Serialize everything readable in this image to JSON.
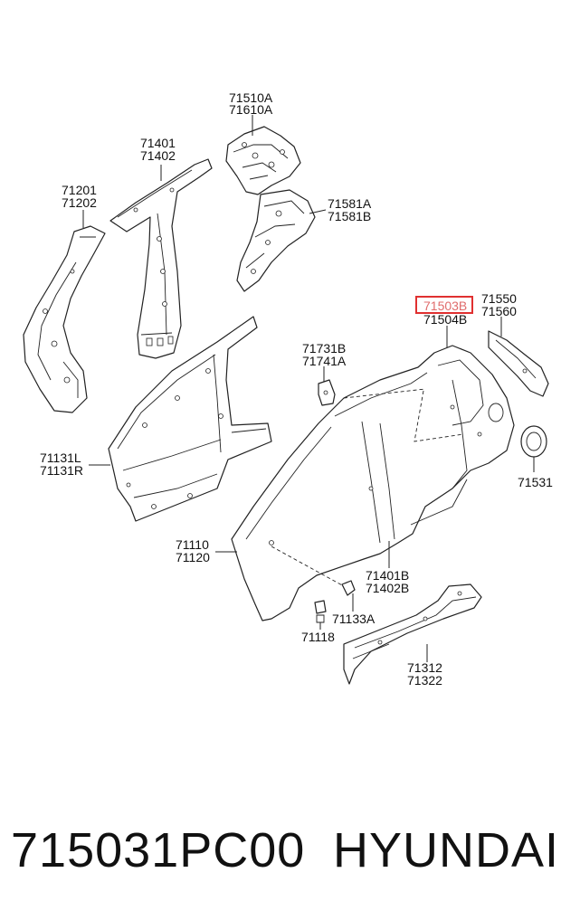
{
  "labels": {
    "c1_a": "71510A",
    "c1_b": "71610A",
    "c2_a": "71401",
    "c2_b": "71402",
    "c3_a": "71201",
    "c3_b": "71202",
    "c4_a": "71581A",
    "c4_b": "71581B",
    "c5_a": "71503B",
    "c5_b": "71504B",
    "c6_a": "71550",
    "c6_b": "71560",
    "c7_a": "71731B",
    "c7_b": "71741A",
    "c8_a": "71131L",
    "c8_b": "71131R",
    "c9": "71531",
    "c10_a": "71110",
    "c10_b": "71120",
    "c11_a": "71401B",
    "c11_b": "71402B",
    "c12": "71133A",
    "c13": "71118",
    "c14_a": "71312",
    "c14_b": "71322"
  },
  "highlighted_label": "71503B",
  "highlight_color": "#e03030",
  "footer": {
    "part_number": "715031PC00",
    "brand": "HYUNDAI"
  }
}
